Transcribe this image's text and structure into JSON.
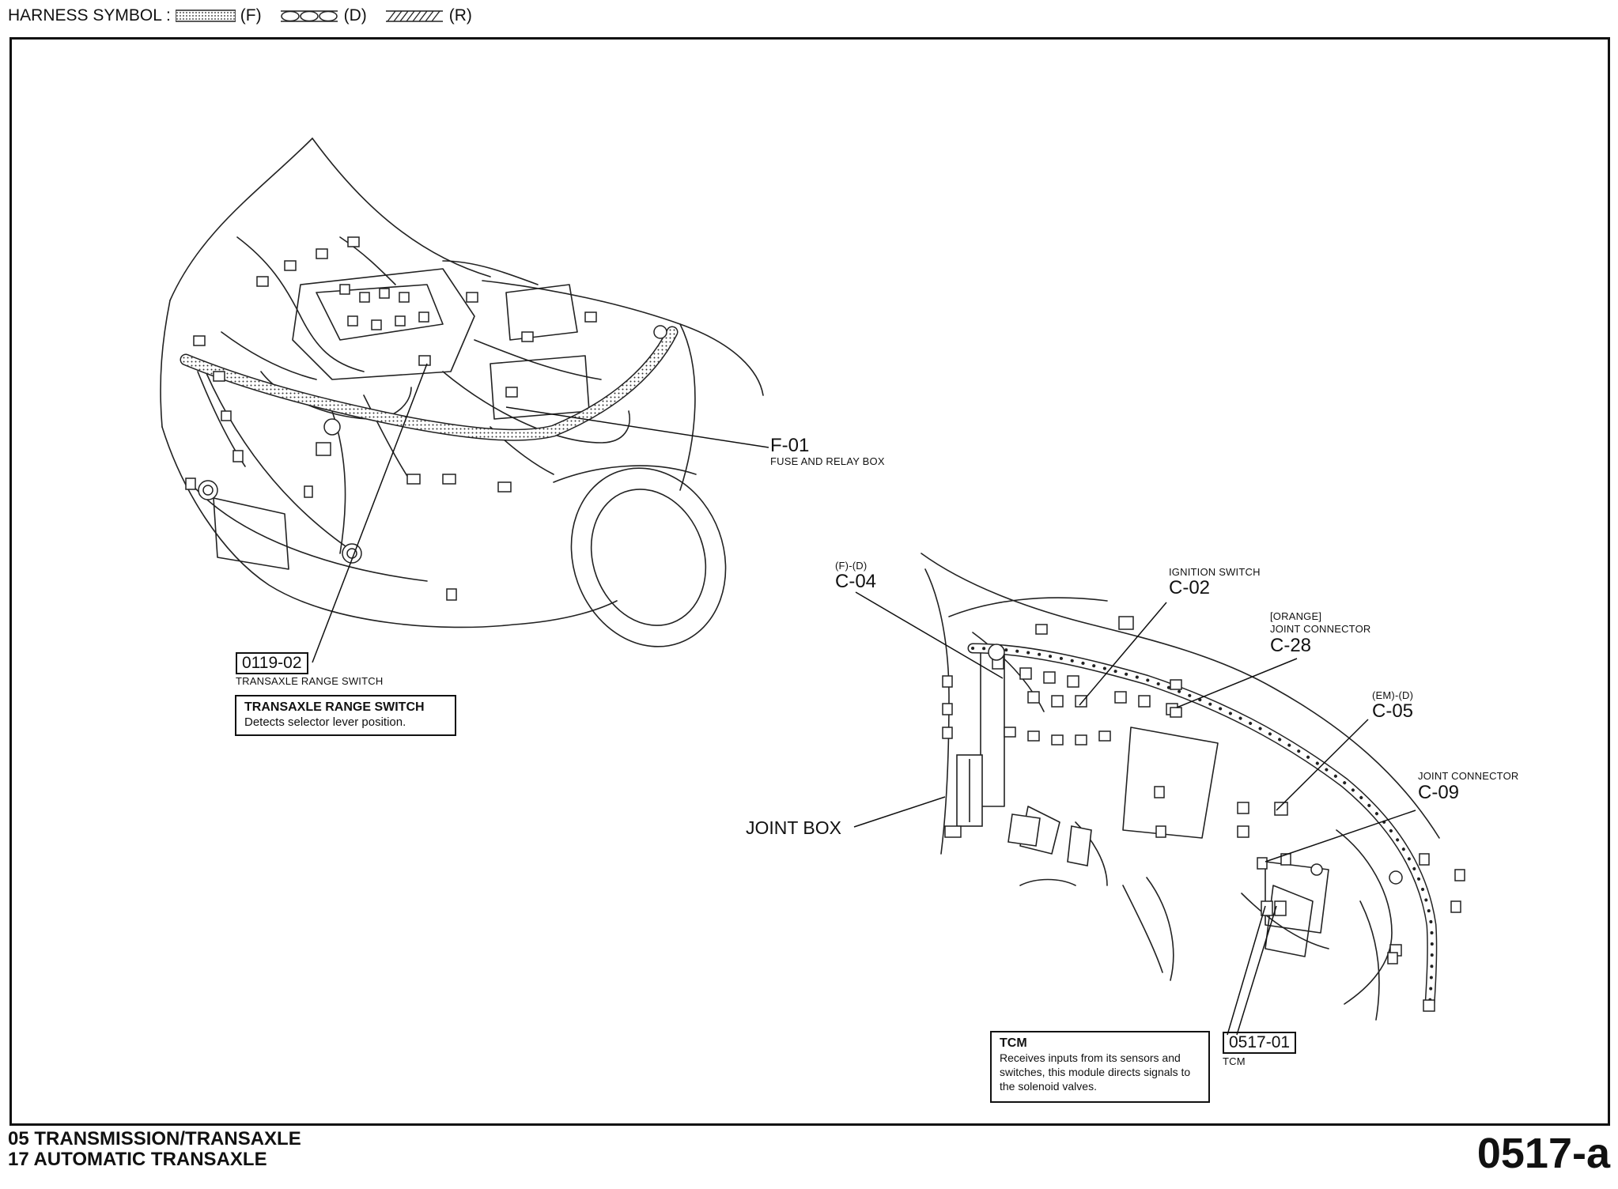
{
  "legend": {
    "title": "HARNESS SYMBOL :",
    "items": [
      {
        "code": "(F)",
        "pattern": "dotted-band"
      },
      {
        "code": "(D)",
        "pattern": "circle-chain"
      },
      {
        "code": "(R)",
        "pattern": "hatched-band"
      }
    ]
  },
  "callouts": {
    "f01": {
      "code": "F-01",
      "label": "FUSE AND RELAY BOX"
    },
    "c04": {
      "prefix": "(F)-(D)",
      "code": "C-04"
    },
    "c02": {
      "label": "IGNITION SWITCH",
      "code": "C-02"
    },
    "c28": {
      "note": "[ORANGE]",
      "label": "JOINT CONNECTOR",
      "code": "C-28"
    },
    "c05": {
      "prefix": "(EM)-(D)",
      "code": "C-05"
    },
    "c09": {
      "label": "JOINT CONNECTOR",
      "code": "C-09"
    },
    "joint_box": "JOINT BOX",
    "tcm_ref": {
      "code": "0517-01",
      "label": "TCM"
    },
    "trs_ref": {
      "code": "0119-02",
      "label": "TRANSAXLE RANGE SWITCH"
    }
  },
  "info_boxes": {
    "trs": {
      "title": "TRANSAXLE RANGE SWITCH",
      "text": "Detects selector lever position."
    },
    "tcm": {
      "title": "TCM",
      "text": "Receives inputs from its sensors and switches, this module directs signals to the solenoid valves."
    }
  },
  "footer": {
    "line1": "05  TRANSMISSION/TRANSAXLE",
    "line2": "17  AUTOMATIC TRANSAXLE",
    "page": "0517-a"
  }
}
